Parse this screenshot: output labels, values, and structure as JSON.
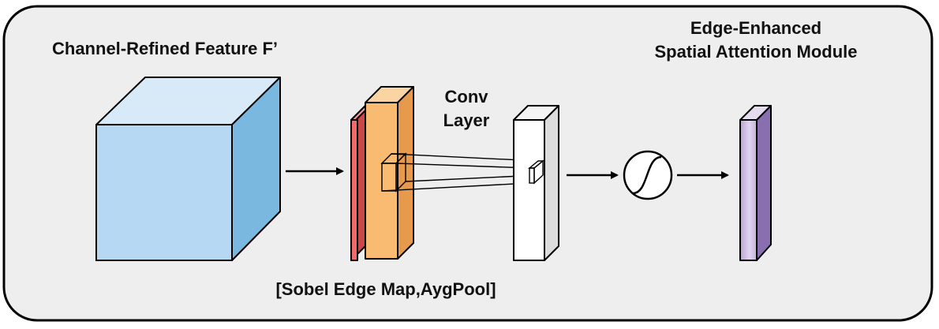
{
  "labels": {
    "input_feature": "Channel-Refined Feature F’",
    "conv_line1": "Conv",
    "conv_line2": "Layer",
    "module_line1": "Edge-Enhanced",
    "module_line2": "Spatial Attention Module",
    "concat_caption": "[Sobel Edge Map,AygPool]"
  },
  "colors": {
    "panel_background": "#eeeeee",
    "cube_front": "#b7d8f2",
    "cube_top": "#d8eaf8",
    "cube_side": "#7ab8e0",
    "sobel_map": "#f26a6a",
    "avgpool_map": "#f9ba72",
    "conv_output": "#ffffff",
    "attention_map": "#c9b7dc",
    "attention_map_side": "#8a6fb0"
  },
  "icons": {
    "sigmoid": "sigmoid-icon"
  }
}
